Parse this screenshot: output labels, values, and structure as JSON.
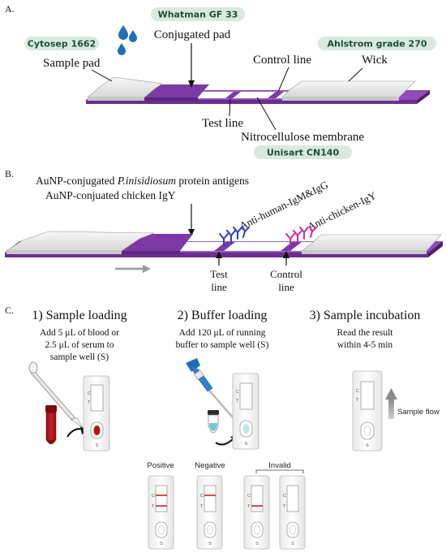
{
  "colors": {
    "purple": "#7d3aa6",
    "purple_dark": "#5b2580",
    "pill_bg": "#d9e9df",
    "pill_text": "#1f4f3c",
    "blue_drop": "#1f6fb8",
    "red_line": "#d11f2a",
    "blood": "#b3121d",
    "antibody_blue": "#2c3fbd",
    "antibody_pink": "#cf2c9a",
    "arrow_gray": "#9a9a9a"
  },
  "panel_a": {
    "label": "A.",
    "pills": {
      "top": "Whatman GF 33",
      "left": "Cytosep 1662",
      "right": "Ahlstrom grade 270",
      "bottom": "Unisart CN140"
    },
    "labels": {
      "conjugated_pad": "Conjugated pad",
      "sample_pad": "Sample pad",
      "control_line": "Control line",
      "wick": "Wick",
      "test_line": "Test line",
      "membrane": "Nitrocellulose membrane"
    }
  },
  "panel_b": {
    "label": "B.",
    "line1_pre": "AuNP-conjugated ",
    "line1_italic": "P.inisidiosum",
    "line1_post": " protein antigens",
    "line2": "AuNP-conjuated chicken IgY",
    "anti_human": "Anti-human-IgM&IgG",
    "anti_chicken": "Anti-chicken-IgY",
    "test_line_1": "Test",
    "test_line_2": "line",
    "control_line_1": "Control",
    "control_line_2": "line"
  },
  "panel_c": {
    "label": "C.",
    "steps": [
      {
        "title": "1) Sample loading",
        "desc1": "Add 5 μL of blood or",
        "desc2": "2.5 μL of serum to",
        "desc3": "sample well (S)"
      },
      {
        "title": "2) Buffer loading",
        "desc1": "Add 120 μL of running",
        "desc2": "buffer to sample well (S)",
        "desc3": ""
      },
      {
        "title": "3) Sample incubation",
        "desc1": "Read the result",
        "desc2": "within 4-5 min",
        "desc3": ""
      }
    ],
    "sample_flow": "Sample flow",
    "cassette_c": "C",
    "cassette_t": "T",
    "cassette_s": "S",
    "results": {
      "positive": "Positive",
      "negative": "Negative",
      "invalid": "Invalid"
    }
  }
}
